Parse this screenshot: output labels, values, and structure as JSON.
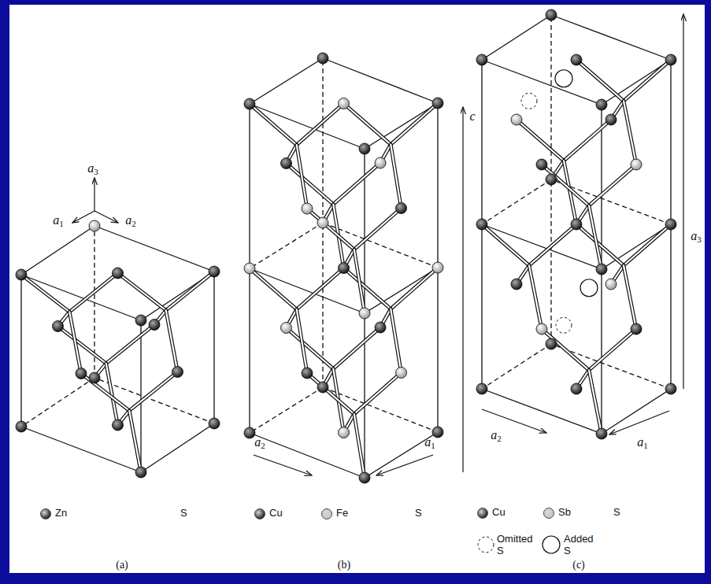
{
  "diagram": {
    "labels": [
      "a3",
      "a1",
      "a2",
      "(a)",
      "c",
      "a2",
      "a1",
      "(b)",
      "a1",
      "a2",
      "a3",
      "(c)"
    ],
    "legend": [
      {
        "text": "Zn",
        "color": "#2a2a2a"
      },
      {
        "text": "S"
      },
      {
        "text": "Cu",
        "color": "#2a2a2a"
      },
      {
        "text": "Fe",
        "color": "#c8c8c8"
      },
      {
        "text": "S"
      },
      {
        "text": "Cu",
        "color": "#2a2a2a"
      },
      {
        "text": "Sb",
        "color": "#c8c8c8"
      },
      {
        "text": "S"
      },
      {
        "text": "Omitted S"
      },
      {
        "text": "Added S"
      }
    ]
  }
}
